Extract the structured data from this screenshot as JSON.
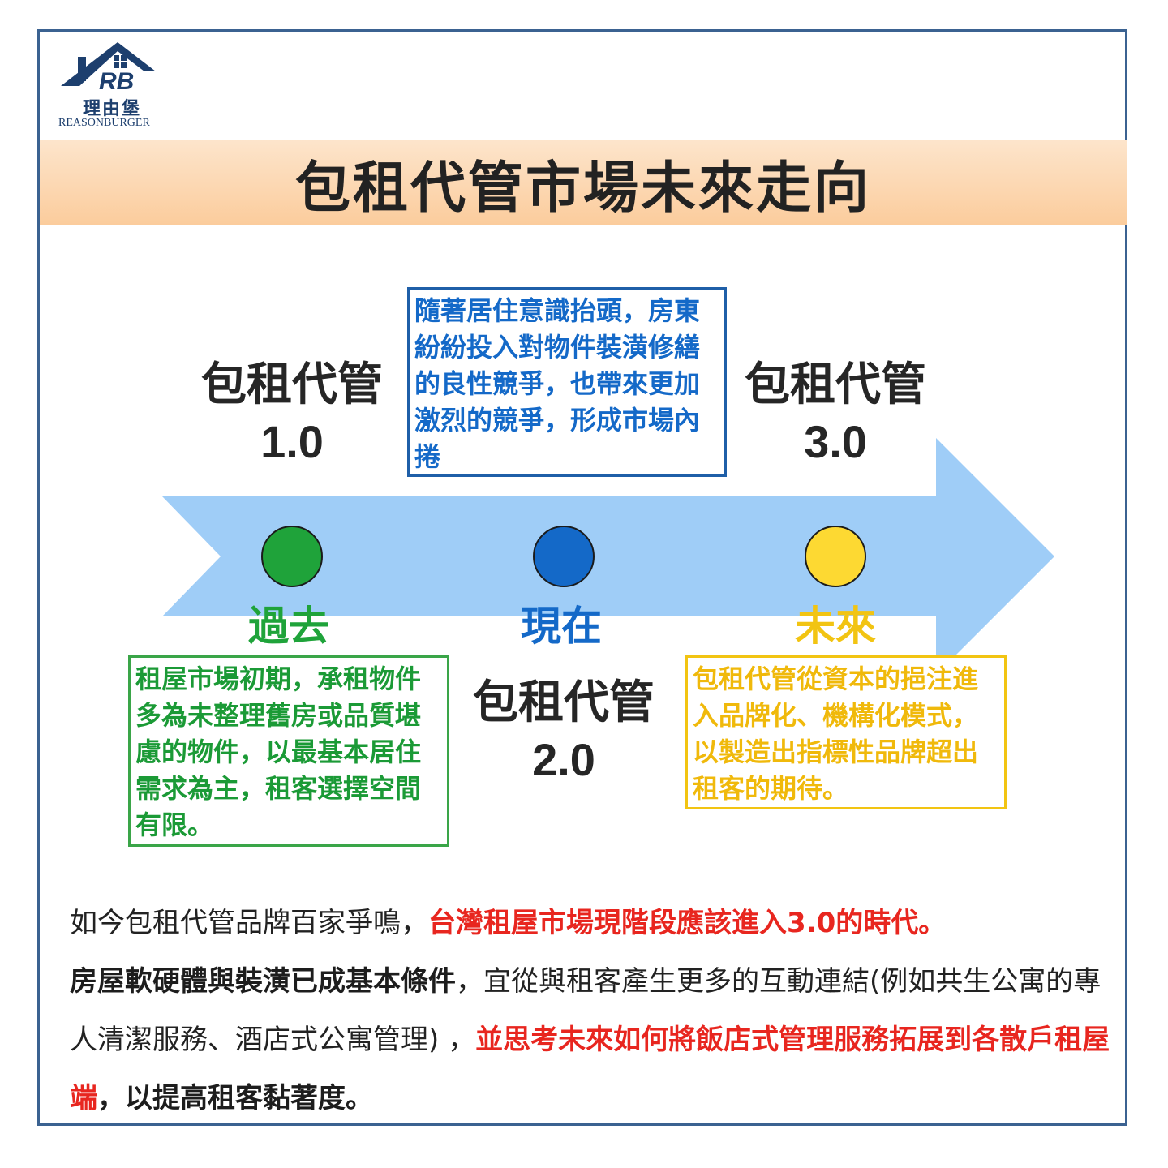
{
  "logo": {
    "mark_text": "RB",
    "name_cn": "理由堡",
    "name_en": "REASONBURGER"
  },
  "title": "包租代管市場未來走向",
  "colors": {
    "arrow": "#9fcdf7",
    "past": "#1fa33a",
    "present": "#1469c8",
    "future": "#f2c412",
    "border": "#3b6291",
    "highlight": "#e8261f"
  },
  "stages": [
    {
      "name": "包租代管",
      "version": "1.0"
    },
    {
      "name": "包租代管",
      "version": "2.0"
    },
    {
      "name": "包租代管",
      "version": "3.0"
    }
  ],
  "eras": [
    "過去",
    "現在",
    "未來"
  ],
  "boxes": {
    "past": "租屋市場初期，承租物件多為未整理舊房或品質堪慮的物件，以最基本居住需求為主，租客選擇空間有限。",
    "present": "隨著居住意識抬頭，房東紛紛投入對物件裝潢修繕的良性競爭，也帶來更加激烈的競爭，形成市場內捲",
    "future": "包租代管從資本的挹注進入品牌化、機構化模式，以製造出指標性品牌超出租客的期待。"
  },
  "paragraph": {
    "s1": "如今包租代管品牌百家爭鳴，",
    "s2": "台灣租屋市場現階段應該進入3.0的時代。",
    "s3": "房屋軟硬體與裝潢已成基本條件",
    "s4": "，宜從與租客產生更多的互動連結(例如共生公寓的專人清潔服務、酒店式公寓管理) ，",
    "s5": "並思考未來如何將飯店式管理服務拓展到各散戶租屋端",
    "s6": "，以提高租客黏著度。"
  }
}
